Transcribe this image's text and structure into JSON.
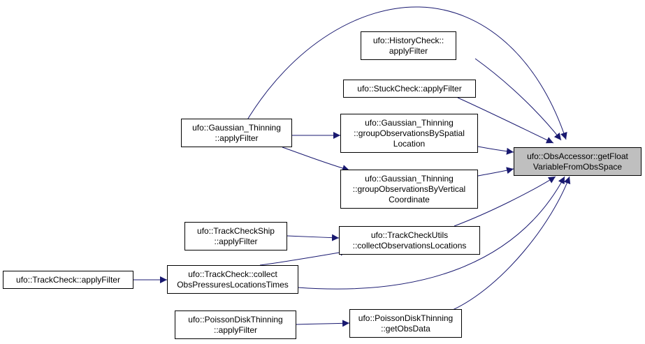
{
  "colors": {
    "edge": "#191970",
    "node_border": "#000000",
    "node_fill": "#ffffff",
    "target_fill": "#bfbfbf"
  },
  "nodes": {
    "target": "ufo::ObsAccessor::getFloat\nVariableFromObsSpace",
    "history_check": "ufo::HistoryCheck::\napplyFilter",
    "stuck_check": "ufo::StuckCheck::applyFilter",
    "gaussian_apply": "ufo::Gaussian_Thinning\n::applyFilter",
    "gaussian_spatial": "ufo::Gaussian_Thinning\n::groupObservationsBySpatial\nLocation",
    "gaussian_vertical": "ufo::Gaussian_Thinning\n::groupObservationsByVertical\nCoordinate",
    "trackcheckship_apply": "ufo::TrackCheckShip\n::applyFilter",
    "trackcheckutils_collect": "ufo::TrackCheckUtils\n::collectObservationsLocations",
    "trackcheck_apply": "ufo::TrackCheck::applyFilter",
    "trackcheck_collect": "ufo::TrackCheck::collect\nObsPressuresLocationsTimes",
    "poisson_apply": "ufo::PoissonDiskThinning\n::applyFilter",
    "poisson_getobs": "ufo::PoissonDiskThinning\n::getObsData"
  }
}
